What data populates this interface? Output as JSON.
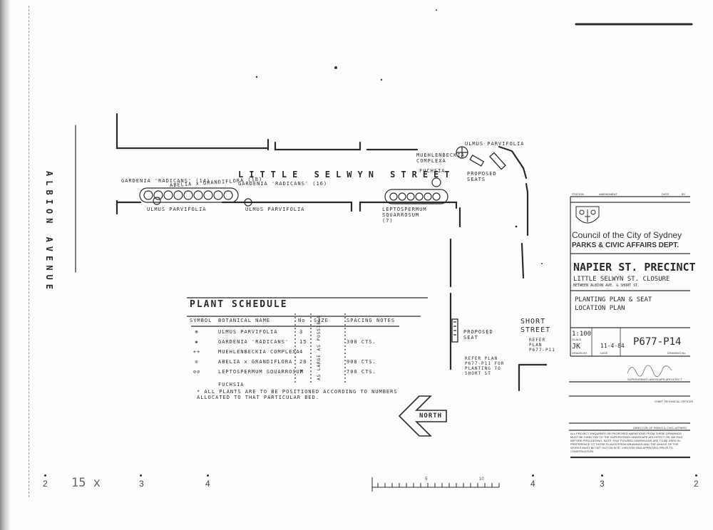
{
  "streets": {
    "albion_avenue": "ALBION AVENUE",
    "little_selwyn_street": "LITTLE SELWYN STREET",
    "short_street": "SHORT STREET",
    "short_street_ref": "REFER PLAN P677-P11"
  },
  "plan_labels": {
    "gardenia_left": "GARDENIA 'RADICANS' (14)",
    "abelia_left": "ABELIA x GRANDIFLORA (18)",
    "gardenia_mid": "GARDENIA 'RADICANS' (16)",
    "ulmus_left": "ULMUS PARVIFOLIA",
    "ulmus_mid": "ULMUS PARVIFOLIA",
    "ulmus_corner": "ULMUS PARVIFOLIA",
    "muehlenbeckia": "MUEHLENBECKIA COMPLEXA",
    "fuchsia": "FUCHSIA",
    "proposed_seats": "PROPOSED SEATS",
    "leptospermum": "LEPTOSPERMUM SQUARROSUM (7)",
    "proposed_seat": "PROPOSED SEAT",
    "note_refer": "REFER PLAN P677-P11 FOR PLANTING TO SHORT ST"
  },
  "schedule": {
    "title": "PLANT SCHEDULE",
    "headers": {
      "symbol": "SYMBOL",
      "botanical": "BOTANICAL NAME",
      "no": "No",
      "size": "SIZE",
      "spacing": "SPACING",
      "notes": "NOTES"
    },
    "rows": [
      {
        "symbol": "⊕",
        "name": "ULMUS PARVIFOLIA",
        "no": "3",
        "spacing": ""
      },
      {
        "symbol": "❀",
        "name": "GARDENIA 'RADICANS'",
        "no": "15",
        "spacing": "300 CTS."
      },
      {
        "symbol": "++",
        "name": "MUEHLENBECKIA COMPLEXA",
        "no": "4",
        "spacing": ""
      },
      {
        "symbol": "⊙",
        "name": "ABELIA x GRANDIFLORA",
        "no": "20",
        "spacing": "900 CTS."
      },
      {
        "symbol": "⊙⊙",
        "name": "LEPTOSPERMUM SQUARROSUM",
        "no": "7",
        "spacing": "700 CTS."
      },
      {
        "symbol": "",
        "name": "FUCHSIA",
        "no": "",
        "spacing": ""
      }
    ],
    "size_note": "AS LARGE AS POSSIBLE",
    "footnote": "* ALL PLANTS ARE TO BE POSITIONED ACCORDING TO NUMBERS ALLOCATED TO THAT PARTICULAR BED."
  },
  "north": {
    "label": "NORTH"
  },
  "title_block": {
    "amend_headers": {
      "station": "STATION",
      "amendment": "AMENDMENT",
      "date": "DATE",
      "by": "BY"
    },
    "council": "Council of the City of Sydney",
    "dept": "PARKS & CIVIC AFFAIRS DEPT.",
    "project": "NAPIER ST. PRECINCT",
    "subtitle": "LITTLE SELWYN ST. CLOSURE",
    "between": "BETWEEN ALBION AVE. & SHORT ST.",
    "plan_title_1": "PLANTING PLAN & SEAT",
    "plan_title_2": "LOCATION PLAN",
    "scale": "1:100",
    "scale_label": "SCALE",
    "drawn": "JK",
    "drawn_label": "DRAWN BY",
    "date": "11-4-84",
    "date_label": "DATE",
    "drawing_no": "P677-P14",
    "drawing_no_label": "DRAWING No.",
    "role_1": "SUPERVISING LANDSCAPE ARCHITECT",
    "role_2": "CHIEF TECHNICAL OFFICER",
    "role_3": "DIRECTOR OF PARKS & CIVIC AFFAIRS",
    "disclaimer": "ALL PROJECT ENQUIRIES OR PROPOSED VARIATIONS FROM THESE DRAWINGS MUST BE DIRECTED TO THE SUPERVISING LANDSCAPE ARCHITECT ON 265 9313 BEFORE PROCEEDING. NOTE THAT FIGURED DIMENSIONS ARE TO BE USED IN PREFERENCE TO THOSE SCALED FROM DRAWINGS AND THE WHOLE OF THE WORKS MUST BE SET OUT ON SITE, CHECKED AND APPROVED PRIOR TO CONSTRUCTION."
  },
  "bottom_marks": {
    "n1": "2",
    "n2": "15 x",
    "n3": "3",
    "n4": "4",
    "s5": "5",
    "s10": "10",
    "n5": "4",
    "n6": "3",
    "n7": "2"
  },
  "colors": {
    "ink": "#2a2a2a",
    "paper": "#fdfdfb",
    "edge": "#8a8a8a"
  }
}
